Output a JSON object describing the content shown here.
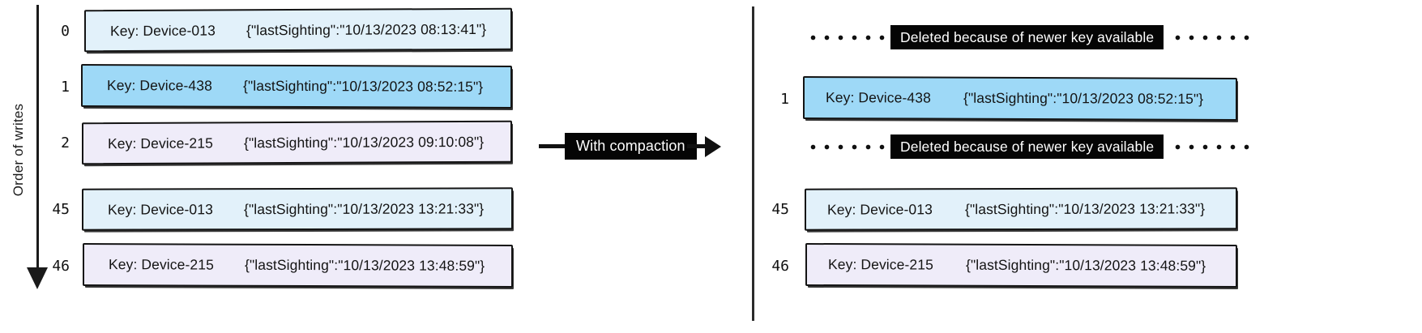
{
  "diagram": {
    "axis": {
      "label": "Order of writes",
      "arrow_icon": "down-arrow-icon"
    },
    "transform": {
      "label": "With compaction",
      "arrow_icon": "right-arrow-icon"
    },
    "deleted_note": "Deleted because of newer key available",
    "colors": {
      "light_blue": "#e2f1fa",
      "blue": "#9ed9f7",
      "lavender": "#efecf9",
      "ink": "#141414",
      "tag_bg": "#050505",
      "tag_fg": "#ffffff"
    },
    "left_panel": {
      "records": [
        {
          "index": "0",
          "key": "Key: Device-013",
          "value": "{\"lastSighting\":\"10/13/2023 08:13:41\"}",
          "fill": "light_blue"
        },
        {
          "index": "1",
          "key": "Key: Device-438",
          "value": "{\"lastSighting\":\"10/13/2023 08:52:15\"}",
          "fill": "blue"
        },
        {
          "index": "2",
          "key": "Key: Device-215",
          "value": "{\"lastSighting\":\"10/13/2023 09:10:08\"}",
          "fill": "lavender"
        },
        {
          "index": "45",
          "key": "Key: Device-013",
          "value": "{\"lastSighting\":\"10/13/2023 13:21:33\"}",
          "fill": "light_blue"
        },
        {
          "index": "46",
          "key": "Key: Device-215",
          "value": "{\"lastSighting\":\"10/13/2023 13:48:59\"}",
          "fill": "lavender"
        }
      ]
    },
    "right_panel": {
      "rows": [
        {
          "type": "deleted"
        },
        {
          "type": "record",
          "index": "1",
          "key": "Key: Device-438",
          "value": "{\"lastSighting\":\"10/13/2023 08:52:15\"}",
          "fill": "blue"
        },
        {
          "type": "deleted"
        },
        {
          "type": "record",
          "index": "45",
          "key": "Key: Device-013",
          "value": "{\"lastSighting\":\"10/13/2023 13:21:33\"}",
          "fill": "light_blue"
        },
        {
          "type": "record",
          "index": "46",
          "key": "Key: Device-215",
          "value": "{\"lastSighting\":\"10/13/2023 13:48:59\"}",
          "fill": "lavender"
        }
      ]
    }
  }
}
